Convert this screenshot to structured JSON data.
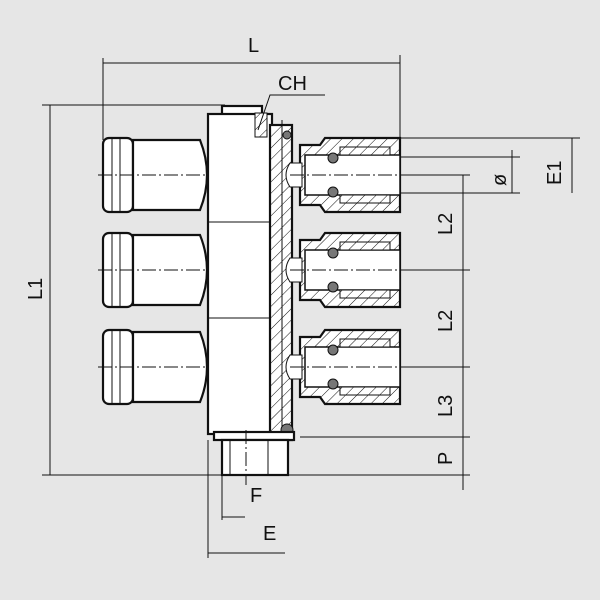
{
  "drawing": {
    "title": "Push-in multiple manifold fitting technical drawing",
    "colors": {
      "background": "#e6e6e6",
      "line": "#111111",
      "body": "#ffffff",
      "seal": "#777777"
    },
    "labels": {
      "L": "L",
      "CH": "CH",
      "L1": "L1",
      "L2_top": "L2",
      "L2_mid": "L2",
      "L3": "L3",
      "P": "P",
      "F": "F",
      "E": "E",
      "diameter": "ø",
      "E1": "E1"
    }
  }
}
